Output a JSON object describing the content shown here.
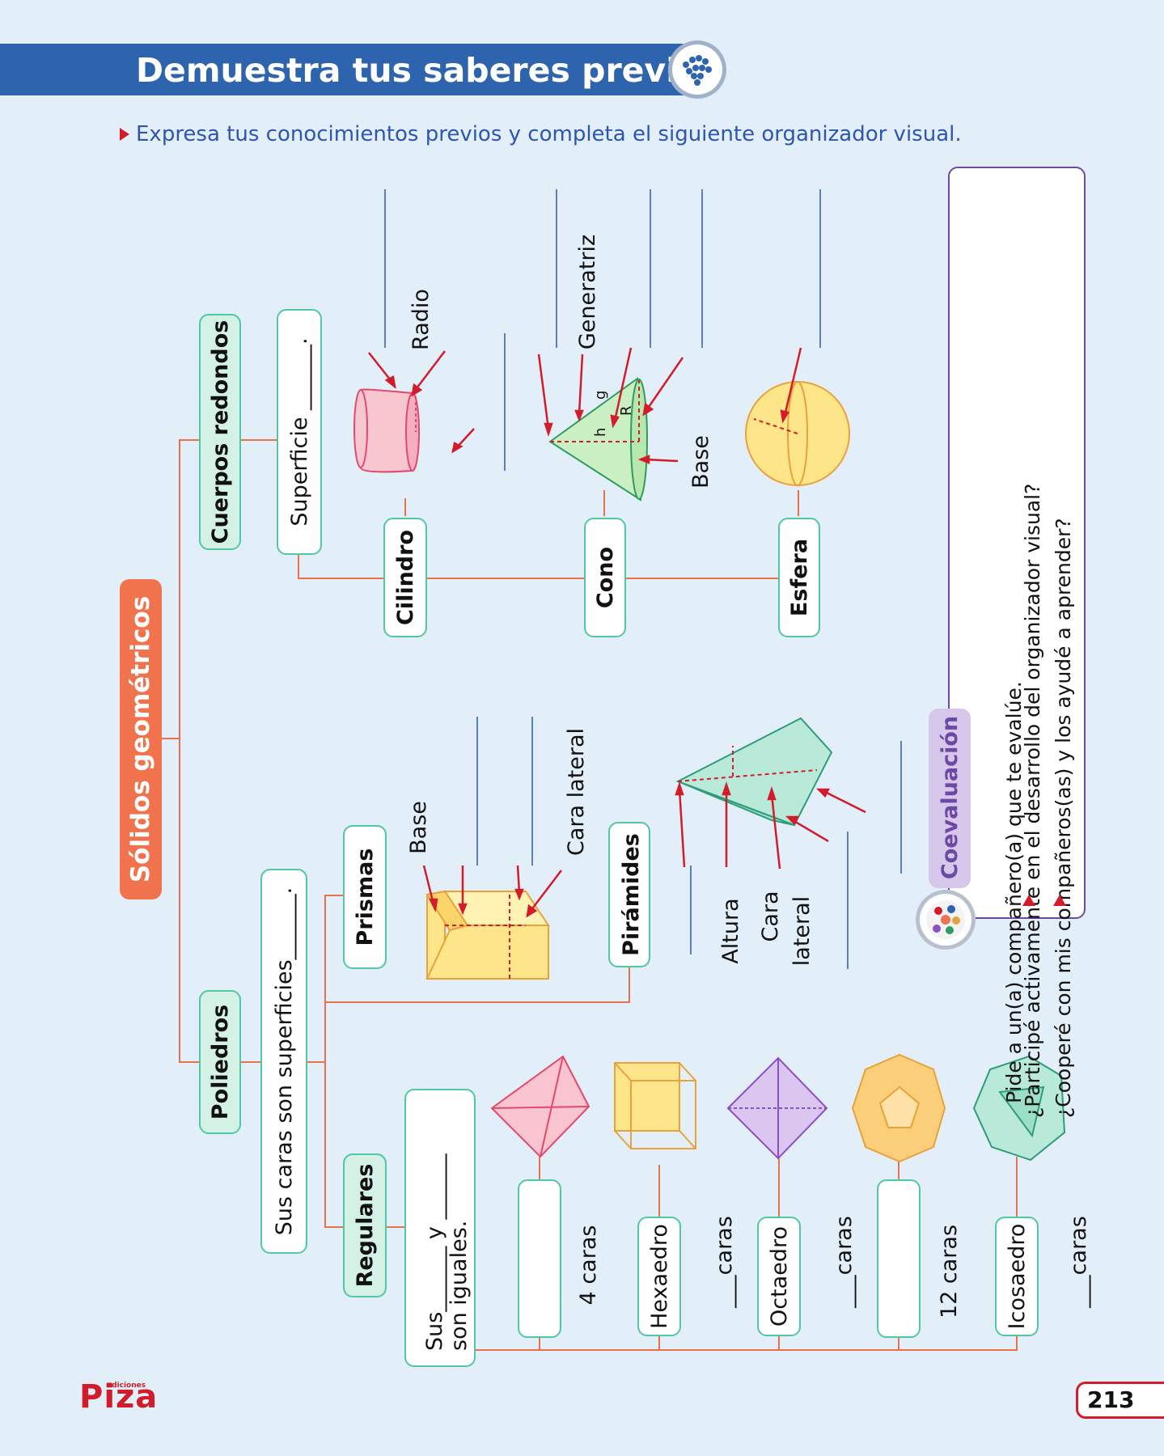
{
  "header": {
    "title": "Demuestra tus saberes previos"
  },
  "instruction": "Expresa tus conocimientos previos y completa el siguiente organizador visual.",
  "map": {
    "root": "Sólidos geométricos",
    "redondos": {
      "label": "Cuerpos redondos",
      "superficie": "Superficie ______.",
      "cilindro": "Cilindro",
      "cono": "Cono",
      "esfera": "Esfera",
      "radio": "Radio",
      "generatriz": "Generatriz",
      "base": "Base",
      "cone_g": "g",
      "cone_h": "h",
      "cone_r": "R"
    },
    "poliedros": {
      "label": "Poliedros",
      "caras": "Sus caras son superficies______.",
      "prismas": "Prismas",
      "piramides": "Pirámides",
      "prism_base": "Base",
      "prism_cara": "Cara lateral",
      "pyr_altura": "Altura",
      "pyr_cara_1": "Cara",
      "pyr_cara_2": "lateral",
      "regulares": "Regulares",
      "reg_text_1": "Sus______ y ______",
      "reg_text_2": "son iguales.",
      "cuatro_caras": "4 caras",
      "hexaedro": "Hexaedro",
      "octaedro": "Octaedro",
      "doce_caras": "12 caras",
      "icosaedro": "Icosaedro",
      "caras_blank": "___caras"
    }
  },
  "coevaluacion": {
    "title": "Coevaluación",
    "intro": "Pide a un(a) compañero(a) que te evalúe.",
    "q1": "¿Participé activamente en el desarrollo del organizador visual?",
    "q2": "¿Cooperé con mis compañeros(as) y los ayudé a aprender?"
  },
  "footer": {
    "brand": "Piza",
    "brand_small": "ediciones",
    "page": "213"
  },
  "colors": {
    "banner": "#2d64ad",
    "root": "#f0734d",
    "node_border": "#52c7a3",
    "arrow": "#d21c2c",
    "coev": "#6b4aa5"
  }
}
